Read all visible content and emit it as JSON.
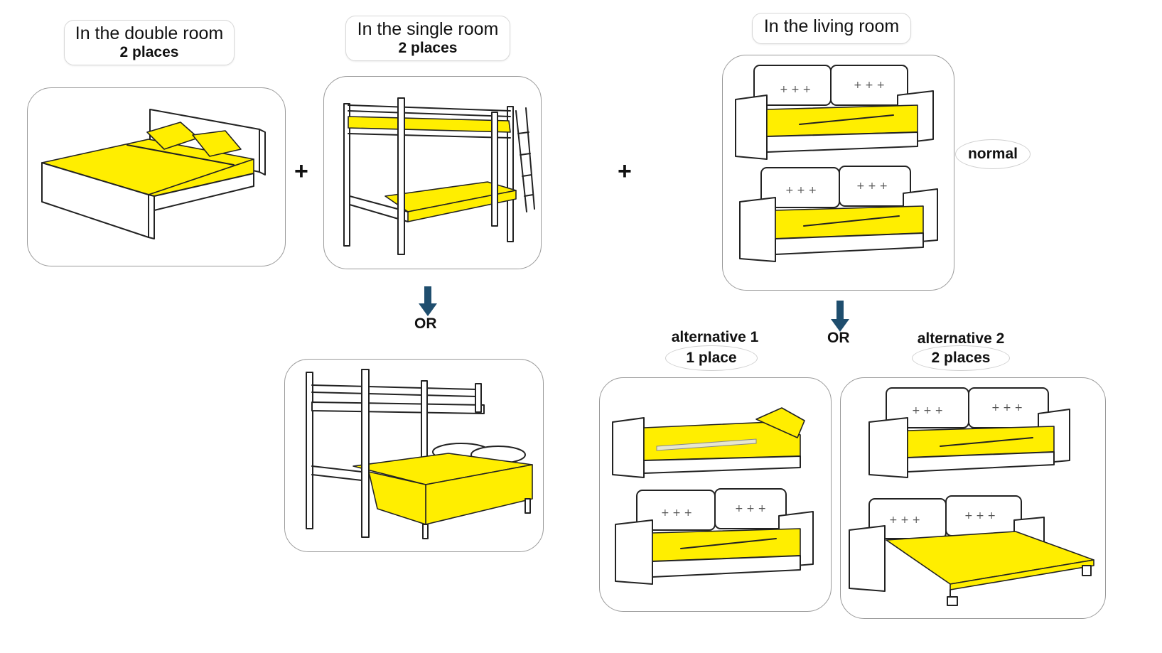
{
  "double_room": {
    "title": "In the double room",
    "places": "2 places"
  },
  "single_room": {
    "title": "In the single room",
    "places": "2 places"
  },
  "living_room": {
    "title": "In the living room",
    "normal_label": "normal"
  },
  "plus_1": "+",
  "plus_2": "+",
  "or_single": "OR",
  "or_living": "OR",
  "alternative_1": {
    "label": "alternative 1",
    "places": "1 place"
  },
  "alternative_2": {
    "label": "alternative 2",
    "places": "2 places"
  },
  "colors": {
    "mattress": "#ffee00",
    "arrow": "#1f4e6e",
    "panel_border": "#9a9a9a"
  }
}
